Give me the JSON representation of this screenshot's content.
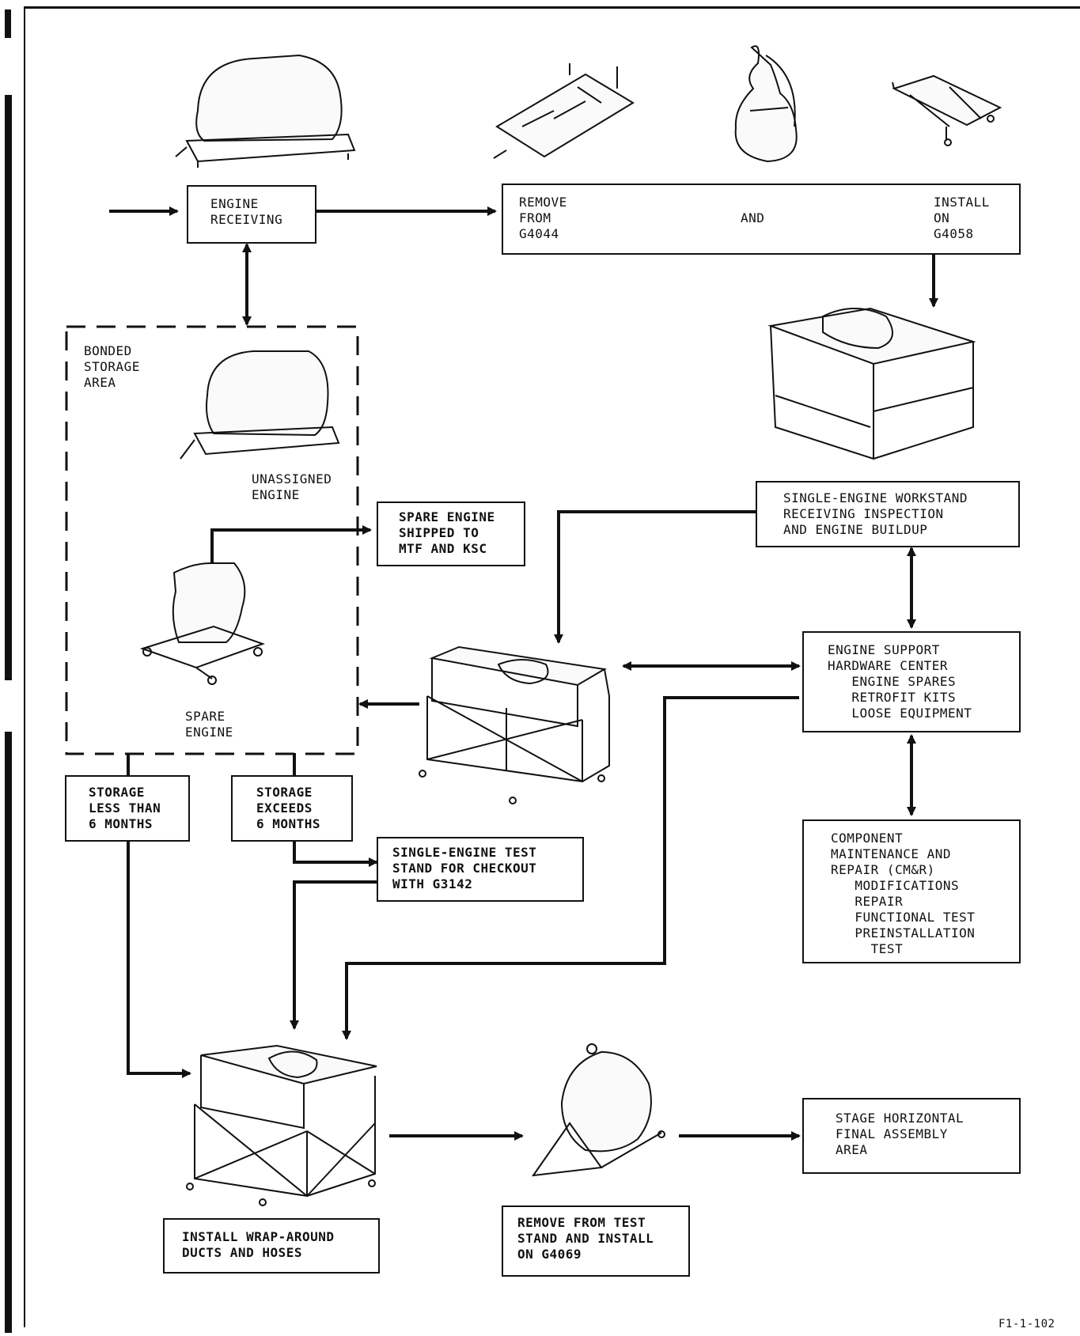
{
  "diagram": {
    "figure_id": "F1-1-102",
    "boxes": {
      "engine_receiving": [
        "ENGINE",
        "RECEIVING"
      ],
      "remove_from": [
        "REMOVE",
        "FROM",
        "G4044"
      ],
      "and": "AND",
      "install_on": [
        "INSTALL",
        "ON",
        "G4058"
      ],
      "bonded_storage": [
        "BONDED",
        "STORAGE",
        "AREA"
      ],
      "unassigned_engine": [
        "UNASSIGNED",
        "ENGINE"
      ],
      "spare_engine": [
        "SPARE",
        "ENGINE"
      ],
      "spare_engine_shipped": [
        "SPARE ENGINE",
        "SHIPPED TO",
        "MTF AND KSC"
      ],
      "workstand": [
        "SINGLE-ENGINE WORKSTAND",
        "RECEIVING INSPECTION",
        "AND ENGINE BUILDUP"
      ],
      "support_center": [
        "ENGINE SUPPORT",
        "HARDWARE CENTER",
        "   ENGINE SPARES",
        "   RETROFIT KITS",
        "   LOOSE EQUIPMENT"
      ],
      "storage_less": [
        "STORAGE",
        "LESS THAN",
        "6 MONTHS"
      ],
      "storage_exceeds": [
        "STORAGE",
        "EXCEEDS",
        "6 MONTHS"
      ],
      "test_stand": [
        "SINGLE-ENGINE TEST",
        "STAND FOR CHECKOUT",
        "WITH G3142"
      ],
      "cmr": [
        "COMPONENT",
        "MAINTENANCE AND",
        "REPAIR (CM&R)",
        "   MODIFICATIONS",
        "   REPAIR",
        "   FUNCTIONAL TEST",
        "   PREINSTALLATION",
        "     TEST"
      ],
      "install_ducts": [
        "INSTALL WRAP-AROUND",
        "DUCTS AND HOSES"
      ],
      "remove_install": [
        "REMOVE FROM TEST",
        "STAND AND INSTALL",
        "ON G4069"
      ],
      "final_assembly": [
        "STAGE HORIZONTAL",
        "FINAL ASSEMBLY",
        "AREA"
      ]
    },
    "illustrations": {
      "covered_engine_top": "engine-on-transporter-icon",
      "pallet": "transport-pallet-icon",
      "bell_engine": "engine-nozzle-icon",
      "dolly": "engine-dolly-icon",
      "workstand_frame": "workstand-icon",
      "covered_engine_storage": "engine-on-transporter-icon",
      "spare_engine_dolly": "spare-engine-dolly-icon",
      "test_stand_mid": "test-stand-icon",
      "test_stand_bottom": "test-stand-icon",
      "engine_on_handler": "engine-handler-icon"
    }
  }
}
